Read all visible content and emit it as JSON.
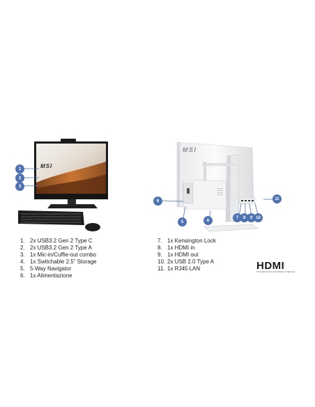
{
  "front_view": {
    "brand_logo": "MSI",
    "callouts": [
      "1",
      "2",
      "3"
    ]
  },
  "back_view": {
    "brand_logo": "MSI",
    "callouts": [
      "6",
      "5",
      "6",
      "7",
      "8",
      "9",
      "10",
      "11"
    ]
  },
  "ports_left": [
    {
      "num": "1.",
      "text": "2x USB3.2 Gen 2 Type C"
    },
    {
      "num": "2.",
      "text": "2x USB3.2 Gen 2 Type A"
    },
    {
      "num": "3.",
      "text": "1x Mic-in/Cuffie-out combo"
    },
    {
      "num": "4.",
      "text": "1x Switchable 2.5” Storage"
    },
    {
      "num": "5.",
      "text": "5-Way Navigator"
    },
    {
      "num": "6.",
      "text": "1x Alimentazione"
    }
  ],
  "ports_right": [
    {
      "num": "7.",
      "text": "1x Kensington Lock"
    },
    {
      "num": "8.",
      "text": "1x HDMI in"
    },
    {
      "num": "9.",
      "text": "1x HDMI out"
    },
    {
      "num": "10.",
      "text": "2x USB 2.0 Type A"
    },
    {
      "num": "11.",
      "text": "1x RJ45 LAN"
    }
  ],
  "hdmi_logo": {
    "word": "HDMI",
    "tagline": "HIGH-DEFINITION MULTIMEDIA INTERFACE"
  },
  "colors": {
    "callout": "#4f73b0",
    "screen_wave": "#c8702a"
  }
}
